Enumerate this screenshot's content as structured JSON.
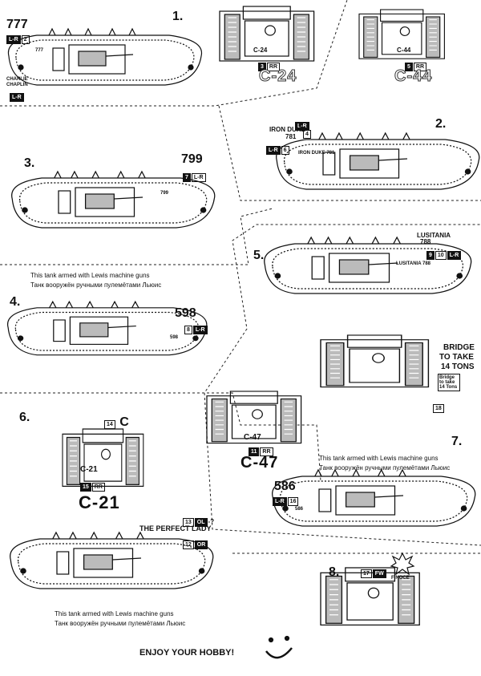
{
  "sections": [
    {
      "number": "1.",
      "tank": "777",
      "marks": [
        "L-R",
        "2"
      ],
      "side_name": "CHARLIE CHAPLIN",
      "side_mark": "L-R",
      "hull_text": "777"
    },
    {
      "number": "2.",
      "tank": "781",
      "name": "IRON DUKE",
      "marks_top": [
        "L-R"
      ],
      "marks": [
        "4"
      ],
      "marks_left": [
        "L-R",
        "6"
      ],
      "hull_text": "IRON DUKE 781"
    },
    {
      "number": "3.",
      "tank": "799",
      "marks": [
        "7",
        "L-R"
      ],
      "hull_text": "799"
    },
    {
      "number": "4.",
      "tank": "598",
      "marks": [
        "8",
        "L-R"
      ],
      "hull_text": "598"
    },
    {
      "number": "5.",
      "tank": "788",
      "name": "LUSITANIA",
      "marks": [
        "9",
        "10",
        "L-R"
      ],
      "hull_text": "LUSITANIA 788"
    },
    {
      "number": "6.",
      "tank": "C-21",
      "top_marks": [
        "14",
        "C"
      ],
      "plate": "C-21",
      "plate_marks": [
        "15",
        "RR"
      ]
    },
    {
      "number": "7.",
      "tank": "586",
      "marks": [
        "L-R",
        "16"
      ],
      "hull_text": "586"
    },
    {
      "number": "8.",
      "top_marks": [
        "17",
        "FW"
      ],
      "logo_text": "FINOCE"
    }
  ],
  "fronts": [
    {
      "plate": "C-24",
      "marks": [
        "3",
        "RR"
      ],
      "big": "C-24"
    },
    {
      "plate": "C-44",
      "marks": [
        "5",
        "RR"
      ],
      "big": "C-44"
    },
    {
      "plate": "C-47",
      "marks": [
        "11",
        "RR"
      ],
      "big": "C-47"
    }
  ],
  "notes": {
    "lewis_en": "This tank armed with Lewis machine guns",
    "lewis_ru": "Танк вооружён ручными пулемётами Льюис"
  },
  "bridge": {
    "text_1": "BRIDGE",
    "text_2": "TO TAKE",
    "text_3": "14 TONS",
    "plate": "Bridge to take 14 Tons",
    "mark": "18"
  },
  "lady": {
    "name": "THE PERFECT LADY",
    "mark_1": [
      "13",
      "OL",
      "-?"
    ],
    "mark_2": [
      "12",
      "OR"
    ]
  },
  "footer": {
    "text": "ENJOY YOUR HOBBY!"
  }
}
